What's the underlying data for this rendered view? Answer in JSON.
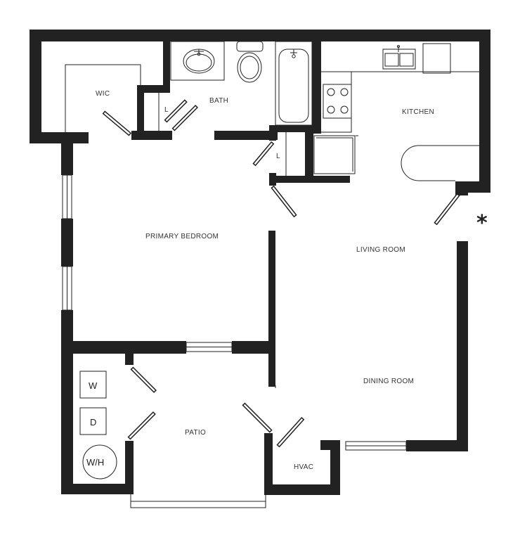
{
  "rooms": {
    "wic": "WIC",
    "bath": "BATH",
    "kitchen": "KITCHEN",
    "primary_bedroom": "PRIMARY BEDROOM",
    "living_room": "LIVING ROOM",
    "dining_room": "DINING ROOM",
    "patio": "PATIO",
    "hvac": "HVAC"
  },
  "closets": {
    "linen_bath": "L",
    "linen_hall": "L"
  },
  "appliances": {
    "washer": "W",
    "dryer": "D",
    "water_heater": "W/H"
  },
  "entry_marker": "*",
  "colors": {
    "wall": "#222222",
    "background": "#ffffff"
  }
}
